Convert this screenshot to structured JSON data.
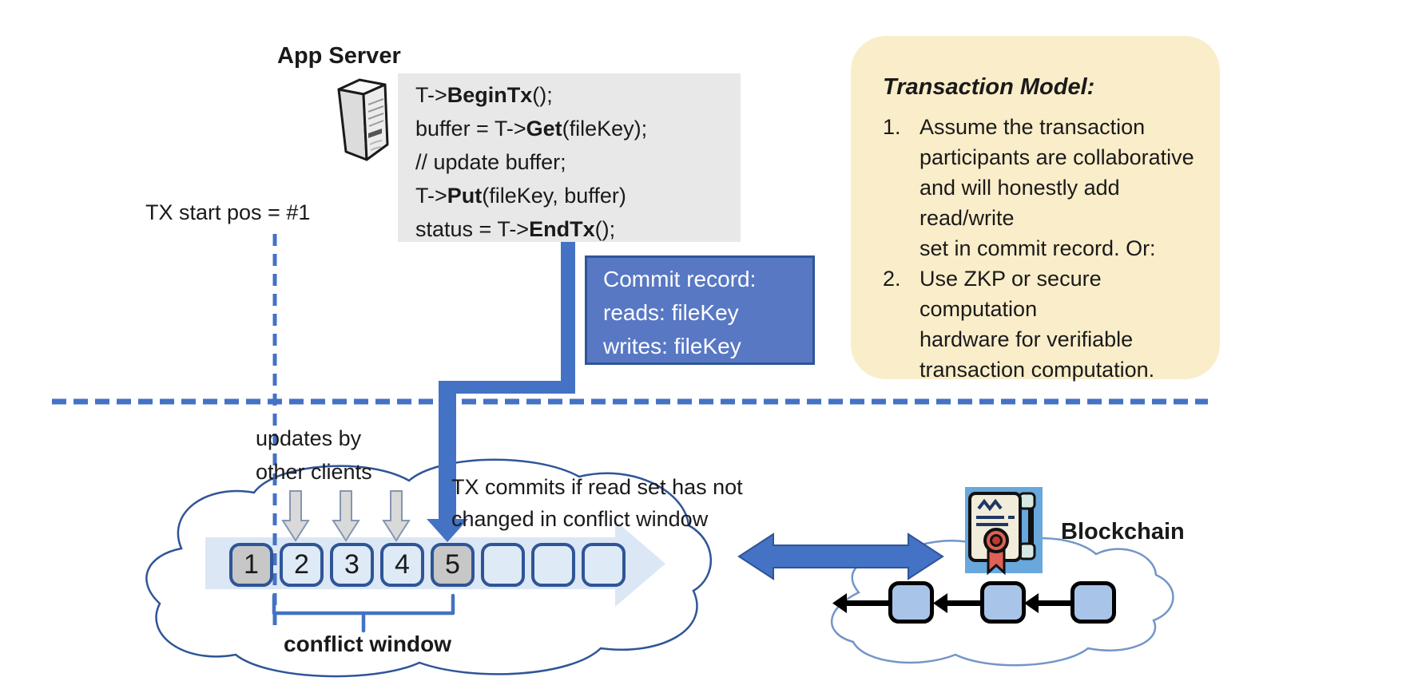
{
  "app_server": {
    "title": "App Server",
    "icon": "server-tower-icon"
  },
  "code_block": {
    "lines": [
      {
        "pre": "T->",
        "bold": "BeginTx",
        "post": "();"
      },
      {
        "pre": "buffer = T->",
        "bold": "Get",
        "post": "(fileKey);"
      },
      {
        "pre": "// update buffer;",
        "bold": "",
        "post": ""
      },
      {
        "pre": "T->",
        "bold": "Put",
        "post": "(fileKey, buffer)"
      },
      {
        "pre": "status = T->",
        "bold": "EndTx",
        "post": "();"
      }
    ]
  },
  "labels": {
    "tx_start": "TX start pos = #1",
    "updates_by": "updates by\nother clients",
    "tx_commits": "TX commits if read set has not\nchanged in conflict window",
    "conflict_window": "conflict window",
    "blockchain": "Blockchain"
  },
  "commit_record": {
    "title": "Commit record:",
    "reads": "reads: fileKey",
    "writes": "writes: fileKey"
  },
  "transaction_model": {
    "title": "Transaction Model:",
    "items": [
      {
        "num": "1.",
        "text": "Assume the transaction\nparticipants are collaborative\nand will honestly add read/write\nset in commit record.  Or:"
      },
      {
        "num": "2.",
        "text": "Use ZKP or secure computation\nhardware for verifiable\ntransaction computation."
      }
    ]
  },
  "timeline": {
    "squares": [
      "1",
      "2",
      "3",
      "4",
      "5",
      "",
      "",
      ""
    ],
    "highlighted_positions": [
      1,
      5
    ]
  },
  "icons": {
    "server": "server-tower-icon",
    "certificate": "certificate-scroll-icon",
    "update_arrows": "gray-down-arrow-icon",
    "commit_arrow": "blue-down-arrow-icon",
    "sync_arrow": "double-headed-arrow-icon",
    "chain_links": "left-arrow-icon"
  },
  "colors": {
    "accent_blue": "#4472c4",
    "dark_blue": "#2f5597",
    "commit_fill": "#5878c4",
    "panel_yellow": "#faedc9",
    "square_gray": "#c7c7c7",
    "square_blue": "#deeaf6",
    "band_blue": "#dbe7f5",
    "chain_block_blue": "#a9c4e9",
    "cert_bg_blue": "#68a8dc",
    "cert_red": "#e06055",
    "navy": "#1f3864",
    "gray_arrow": "#d9d9d9",
    "code_bg": "#e9e8e8"
  }
}
